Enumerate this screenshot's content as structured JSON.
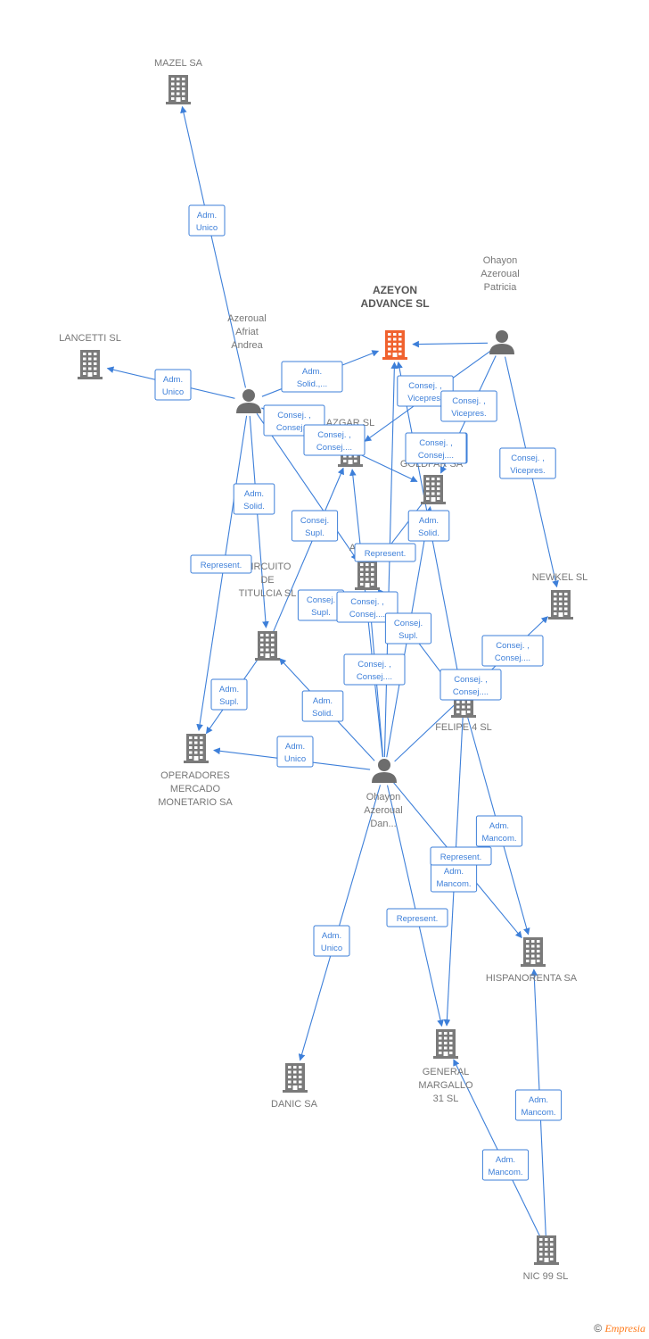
{
  "colors": {
    "edge": "#3d7fd9",
    "company": "#7a7a7a",
    "focus": "#f0622f",
    "person": "#6d6d6d"
  },
  "nodes": [
    {
      "id": "mazel",
      "type": "company",
      "label": [
        "MAZEL SA"
      ]
    },
    {
      "id": "lancetti",
      "type": "company",
      "label": [
        "LANCETTI SL"
      ]
    },
    {
      "id": "azeyon",
      "type": "company",
      "focus": true,
      "label": [
        "AZEYON",
        "ADVANCE SL"
      ]
    },
    {
      "id": "andrea",
      "type": "person",
      "label": [
        "Azeroual",
        "Afriat",
        "Andrea"
      ]
    },
    {
      "id": "patricia",
      "type": "person",
      "label": [
        "Ohayon",
        "Azeroual",
        "Patricia"
      ]
    },
    {
      "id": "azgar",
      "type": "company",
      "label": [
        "AZGAR SL"
      ]
    },
    {
      "id": "goldfar",
      "type": "company",
      "label": [
        "GOLDFAR SA"
      ]
    },
    {
      "id": "an",
      "type": "company",
      "label": [
        "AN..."
      ]
    },
    {
      "id": "newkel",
      "type": "company",
      "label": [
        "NEWKEL SL"
      ]
    },
    {
      "id": "circuito",
      "type": "company",
      "label": [
        "CIRCUITO",
        "DE",
        "TITULCIA SL"
      ]
    },
    {
      "id": "felipe",
      "type": "company",
      "label": [
        "FELIPE 4 SL"
      ]
    },
    {
      "id": "operadores",
      "type": "company",
      "label": [
        "OPERADORES",
        "MERCADO",
        "MONETARIO SA"
      ]
    },
    {
      "id": "dan",
      "type": "person",
      "label": [
        "Ohayon",
        "Azeroual",
        "Dan..."
      ]
    },
    {
      "id": "hispanorenta",
      "type": "company",
      "label": [
        "HISPANORENTA SA"
      ]
    },
    {
      "id": "danic",
      "type": "company",
      "label": [
        "DANIC SA"
      ]
    },
    {
      "id": "margallo",
      "type": "company",
      "label": [
        "GENERAL",
        "MARGALLO",
        "31 SL"
      ]
    },
    {
      "id": "nic99",
      "type": "company",
      "label": [
        "NIC 99 SL"
      ]
    }
  ],
  "edges": [
    {
      "from": "andrea",
      "to": "mazel",
      "label": [
        "Adm.",
        "Unico"
      ]
    },
    {
      "from": "andrea",
      "to": "lancetti",
      "label": [
        "Adm.",
        "Unico"
      ]
    },
    {
      "from": "andrea",
      "to": "azeyon",
      "label": [
        "Adm.",
        "Solid.,..."
      ]
    },
    {
      "from": "andrea",
      "to": "azgar",
      "label": [
        "Consej. ,",
        "Consej...."
      ]
    },
    {
      "from": "andrea",
      "to": "goldfar",
      "label": [
        "Consej. ,",
        "Consej...."
      ]
    },
    {
      "from": "andrea",
      "to": "an",
      "label": [
        "Consej. ,",
        "Consej...."
      ]
    },
    {
      "from": "andrea",
      "to": "circuito",
      "label": [
        "Adm.",
        "Solid."
      ]
    },
    {
      "from": "andrea",
      "to": "operadores",
      "label": [
        "Represent."
      ]
    },
    {
      "from": "patricia",
      "to": "azeyon",
      "label": [
        "Consej. ,",
        "Vicepres."
      ]
    },
    {
      "from": "patricia",
      "to": "azgar",
      "label": [
        "Consej. ,",
        "Vicepres."
      ]
    },
    {
      "from": "patricia",
      "to": "goldfar",
      "label": [
        "Consej. ,",
        "Consej...."
      ]
    },
    {
      "from": "patricia",
      "to": "newkel",
      "label": [
        "Consej. ,",
        "Vicepres."
      ]
    },
    {
      "from": "circuito",
      "to": "azgar",
      "label": [
        "Consej.",
        "Supl."
      ]
    },
    {
      "from": "circuito",
      "to": "operadores",
      "label": [
        "Adm.",
        "Supl."
      ]
    },
    {
      "from": "goldfar",
      "to": "an",
      "label": [
        "Adm.",
        "Solid."
      ]
    },
    {
      "from": "felipe",
      "to": "an",
      "label": [
        "Represent."
      ]
    },
    {
      "from": "felipe",
      "to": "azeyon",
      "label": [
        "Consej. ,",
        "Consej...."
      ]
    },
    {
      "from": "dan",
      "to": "newkel",
      "label": [
        "Consej. ,",
        "Consej...."
      ]
    },
    {
      "from": "dan",
      "to": "azgar",
      "label": [
        "Consej.",
        "Supl."
      ]
    },
    {
      "from": "dan",
      "to": "an",
      "label": [
        "Consej. ,",
        "Consej...."
      ]
    },
    {
      "from": "dan",
      "to": "azeyon",
      "label": [
        "Consej. ,",
        "Consej...."
      ]
    },
    {
      "from": "dan",
      "to": "goldfar",
      "label": [
        "Consej.",
        "Supl."
      ]
    },
    {
      "from": "dan",
      "to": "circuito",
      "label": [
        "Adm.",
        "Solid."
      ]
    },
    {
      "from": "dan",
      "to": "operadores",
      "label": [
        "Adm.",
        "Unico"
      ]
    },
    {
      "from": "dan",
      "to": "danic",
      "label": [
        "Adm.",
        "Unico"
      ]
    },
    {
      "from": "dan",
      "to": "margallo",
      "label": [
        "Represent."
      ]
    },
    {
      "from": "dan",
      "to": "hispanorenta",
      "label": [
        "Adm.",
        "Mancom."
      ]
    },
    {
      "from": "felipe",
      "to": "hispanorenta",
      "label": [
        "Adm.",
        "Mancom."
      ]
    },
    {
      "from": "felipe",
      "to": "margallo",
      "label": [
        "Represent."
      ]
    },
    {
      "from": "nic99",
      "to": "hispanorenta",
      "label": [
        "Adm.",
        "Mancom."
      ]
    },
    {
      "from": "nic99",
      "to": "margallo",
      "label": [
        "Adm.",
        "Mancom."
      ]
    }
  ],
  "footer": {
    "copyright": "©",
    "brand": "Empresia"
  }
}
